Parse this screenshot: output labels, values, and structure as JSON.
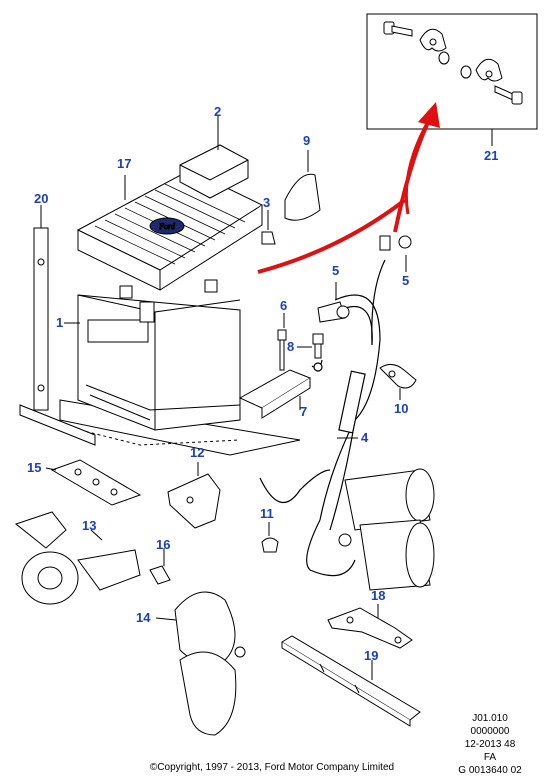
{
  "callouts": [
    {
      "id": "1",
      "text": "1"
    },
    {
      "id": "2",
      "text": "2"
    },
    {
      "id": "3",
      "text": "3"
    },
    {
      "id": "4",
      "text": "4"
    },
    {
      "id": "5a",
      "text": "5"
    },
    {
      "id": "5b",
      "text": "5"
    },
    {
      "id": "6",
      "text": "6"
    },
    {
      "id": "7",
      "text": "7"
    },
    {
      "id": "8",
      "text": "8"
    },
    {
      "id": "9",
      "text": "9"
    },
    {
      "id": "10",
      "text": "10"
    },
    {
      "id": "11",
      "text": "11"
    },
    {
      "id": "12",
      "text": "12"
    },
    {
      "id": "13",
      "text": "13"
    },
    {
      "id": "14",
      "text": "14"
    },
    {
      "id": "15",
      "text": "15"
    },
    {
      "id": "16",
      "text": "16"
    },
    {
      "id": "17",
      "text": "17"
    },
    {
      "id": "18",
      "text": "18"
    },
    {
      "id": "19",
      "text": "19"
    },
    {
      "id": "20",
      "text": "20"
    },
    {
      "id": "21",
      "text": "21"
    }
  ],
  "meta": {
    "line1": "J01.010",
    "line2": "0000000",
    "line3": "12-2013 48",
    "line4": "FA",
    "line5": "G 0013640 02"
  },
  "copyright": "©Copyright, 1997 - 2013, Ford Motor Company Limited",
  "battery_badge": "Ford",
  "colors": {
    "callout": "#1a3fbf",
    "arrow": "#e01010",
    "line": "#000000"
  }
}
